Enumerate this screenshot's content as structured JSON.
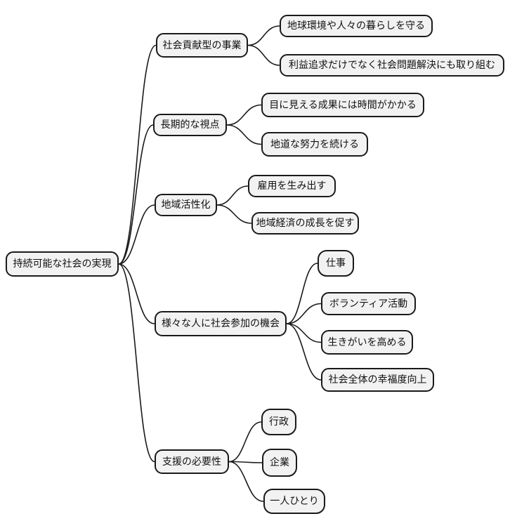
{
  "diagram": {
    "type": "mindmap",
    "colors": {
      "background": "#ffffff",
      "node_fill": "#f2f2f2",
      "node_border": "#1a1a1a",
      "edge_stroke": "#1a1a1a",
      "text": "#111111"
    },
    "root": {
      "id": "root",
      "label": "持続可能な社会の実現",
      "children": [
        {
          "id": "b1",
          "label": "社会貢献型の事業",
          "children": [
            {
              "id": "b1c1",
              "label": "地球環境や人々の暮らしを守る"
            },
            {
              "id": "b1c2",
              "label": "利益追求だけでなく社会問題解決にも取り組む"
            }
          ]
        },
        {
          "id": "b2",
          "label": "長期的な視点",
          "children": [
            {
              "id": "b2c1",
              "label": "目に見える成果には時間がかかる"
            },
            {
              "id": "b2c2",
              "label": "地道な努力を続ける"
            }
          ]
        },
        {
          "id": "b3",
          "label": "地域活性化",
          "children": [
            {
              "id": "b3c1",
              "label": "雇用を生み出す"
            },
            {
              "id": "b3c2",
              "label": "地域経済の成長を促す"
            }
          ]
        },
        {
          "id": "b4",
          "label": "様々な人に社会参加の機会",
          "children": [
            {
              "id": "b4c1",
              "label": "仕事"
            },
            {
              "id": "b4c2",
              "label": "ボランティア活動"
            },
            {
              "id": "b4c3",
              "label": "生きがいを高める"
            },
            {
              "id": "b4c4",
              "label": "社会全体の幸福度向上"
            }
          ]
        },
        {
          "id": "b5",
          "label": "支援の必要性",
          "children": [
            {
              "id": "b5c1",
              "label": "行政"
            },
            {
              "id": "b5c2",
              "label": "企業"
            },
            {
              "id": "b5c3",
              "label": "一人ひとり"
            }
          ]
        }
      ]
    }
  }
}
